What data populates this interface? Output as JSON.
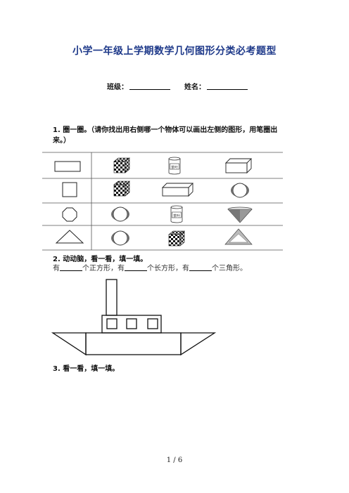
{
  "title": "小学一年级上学期数学几何图形分类必考题型",
  "info": {
    "class_label": "班级：",
    "name_label": "姓名："
  },
  "q1": {
    "text": "1. 圈一圈。（请你找出用右侧哪一个物体可以画出左侧的图形，用笔圈出来。）",
    "can_label": "茶叶"
  },
  "q2": {
    "text": "2. 动动脑，看一看，填一填。",
    "p1": "有",
    "p2": "个正方形，有",
    "p3": "个长方形，有",
    "p4": "个三角形。"
  },
  "q3": {
    "text": "3. 看一看，填一填。"
  },
  "page_number": "1 / 6"
}
